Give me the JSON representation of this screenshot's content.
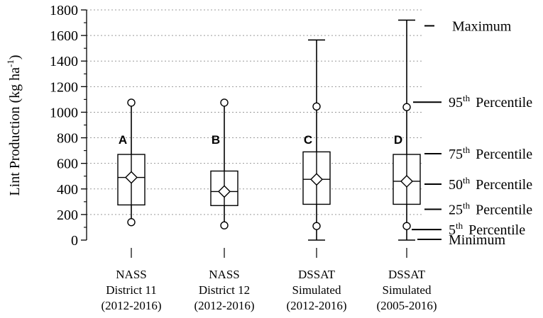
{
  "chart_data": {
    "type": "boxplot",
    "ylabel_main": "Lint Production (kg ha",
    "ylabel_sup": "-1",
    "ylabel_close": ")",
    "ylim": [
      0,
      1800
    ],
    "yticks": [
      "0",
      "200",
      "400",
      "600",
      "800",
      "1000",
      "1200",
      "1400",
      "1600",
      "1800"
    ],
    "grid": "horizontal-dotted",
    "groups": [
      {
        "letter": "A",
        "label_lines": [
          "NASS",
          "District 11",
          "(2012-2016)"
        ],
        "min": 140,
        "p5": 140,
        "p25": 275,
        "median": 490,
        "mean": 490,
        "p75": 670,
        "p95": 1075,
        "max": 1075
      },
      {
        "letter": "B",
        "label_lines": [
          "NASS",
          "District 12",
          "(2012-2016)"
        ],
        "min": 115,
        "p5": 115,
        "p25": 270,
        "median": 380,
        "mean": 380,
        "p75": 540,
        "p95": 1075,
        "max": 1075
      },
      {
        "letter": "C",
        "label_lines": [
          "DSSAT",
          "Simulated",
          "(2012-2016)"
        ],
        "min": 0,
        "p5": 110,
        "p25": 280,
        "median": 475,
        "mean": 475,
        "p75": 690,
        "p95": 1045,
        "max": 1565
      },
      {
        "letter": "D",
        "label_lines": [
          "DSSAT",
          "Simulated",
          "(2005-2016)"
        ],
        "min": 0,
        "p5": 110,
        "p25": 280,
        "median": 460,
        "mean": 460,
        "p75": 670,
        "p95": 1040,
        "max": 1720
      }
    ],
    "legend": [
      {
        "key": "max",
        "text": "Maximum",
        "sup": "",
        "rest": ""
      },
      {
        "key": "p95",
        "text": "95",
        "sup": "th",
        "rest": "Percentile"
      },
      {
        "key": "p75",
        "text": "75",
        "sup": "th",
        "rest": "Percentile"
      },
      {
        "key": "median",
        "text": "50",
        "sup": "th",
        "rest": "Percentile"
      },
      {
        "key": "p25",
        "text": "25",
        "sup": "th",
        "rest": "Percentile"
      },
      {
        "key": "p5",
        "text": "5",
        "sup": "th",
        "rest": "Percentile"
      },
      {
        "key": "min",
        "text": "Minimum",
        "sup": "",
        "rest": ""
      }
    ]
  }
}
